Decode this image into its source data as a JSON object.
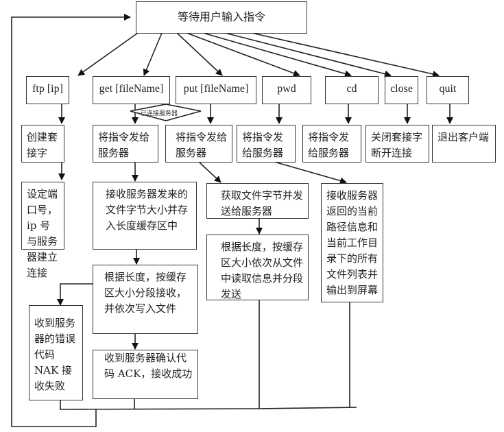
{
  "diagram": {
    "start": "等待用户输入指令",
    "decision": "已连接服务器",
    "commands": [
      {
        "id": "ftp",
        "label": "ftp [ip]"
      },
      {
        "id": "get",
        "label": "get [fileName]"
      },
      {
        "id": "put",
        "label": "put [fileName]"
      },
      {
        "id": "pwd",
        "label": "pwd"
      },
      {
        "id": "cd",
        "label": "cd"
      },
      {
        "id": "close",
        "label": "close"
      },
      {
        "id": "quit",
        "label": "quit"
      }
    ],
    "steps": {
      "ftp_1": "创建套接字",
      "ftp_2": "设定端口号，ip 号与服务器建立连接",
      "get_1": "将指令发给服务器",
      "get_2": "接收服务器发来的文件字节大小并存入长度缓存区中",
      "get_3": "根据长度，按缓存区大小分段接收，并依次写入文件",
      "get_fail": "收到服务器的错误代码 NAK 接收失败",
      "get_ok": "收到服务器确认代码 ACK，接收成功",
      "put_1": "将指令发给服务器",
      "put_2": "获取文件字节并发送给服务器",
      "put_3": "根据长度，按缓存区大小依次从文件中读取信息并分段发送",
      "pwd_1": "将指令发给服务器",
      "cd_1": "将指令发给服务器",
      "pwd_cd_2": "接收服务器返回的当前路径信息和当前工作目录下的所有文件列表并输出到屏幕",
      "close_1": "关闭套接字断开连接",
      "quit_1": "退出客户端"
    }
  }
}
